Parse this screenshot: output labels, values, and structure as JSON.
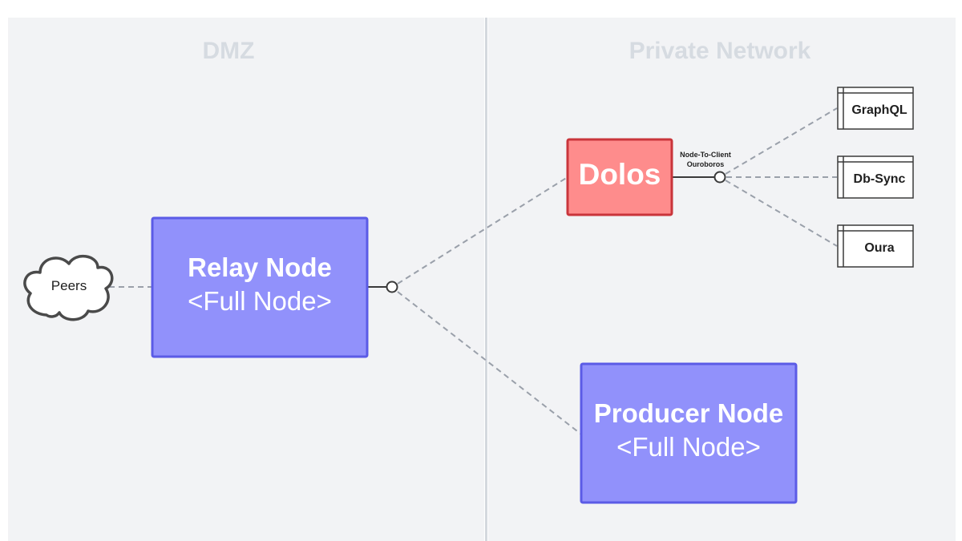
{
  "zones": {
    "left_title": "DMZ",
    "right_title": "Private Network"
  },
  "peers": {
    "label": "Peers"
  },
  "relay": {
    "title": "Relay Node",
    "subtitle": "<Full Node>"
  },
  "dolos": {
    "title": "Dolos"
  },
  "n2c": {
    "line1": "Node-To-Client",
    "line2": "Ouroboros"
  },
  "producer": {
    "title": "Producer Node",
    "subtitle": "<Full Node>"
  },
  "services": {
    "graphql": "GraphQL",
    "dbsync": "Db-Sync",
    "oura": "Oura"
  },
  "colors": {
    "zone_bg": "#f2f3f5",
    "zone_title": "#d6dbe1",
    "node_fill": "#9191fb",
    "node_stroke": "#5b5be6",
    "dolos_fill": "#fe8c8c",
    "dolos_stroke": "#c9353b",
    "connector": "#9aa0aa"
  }
}
